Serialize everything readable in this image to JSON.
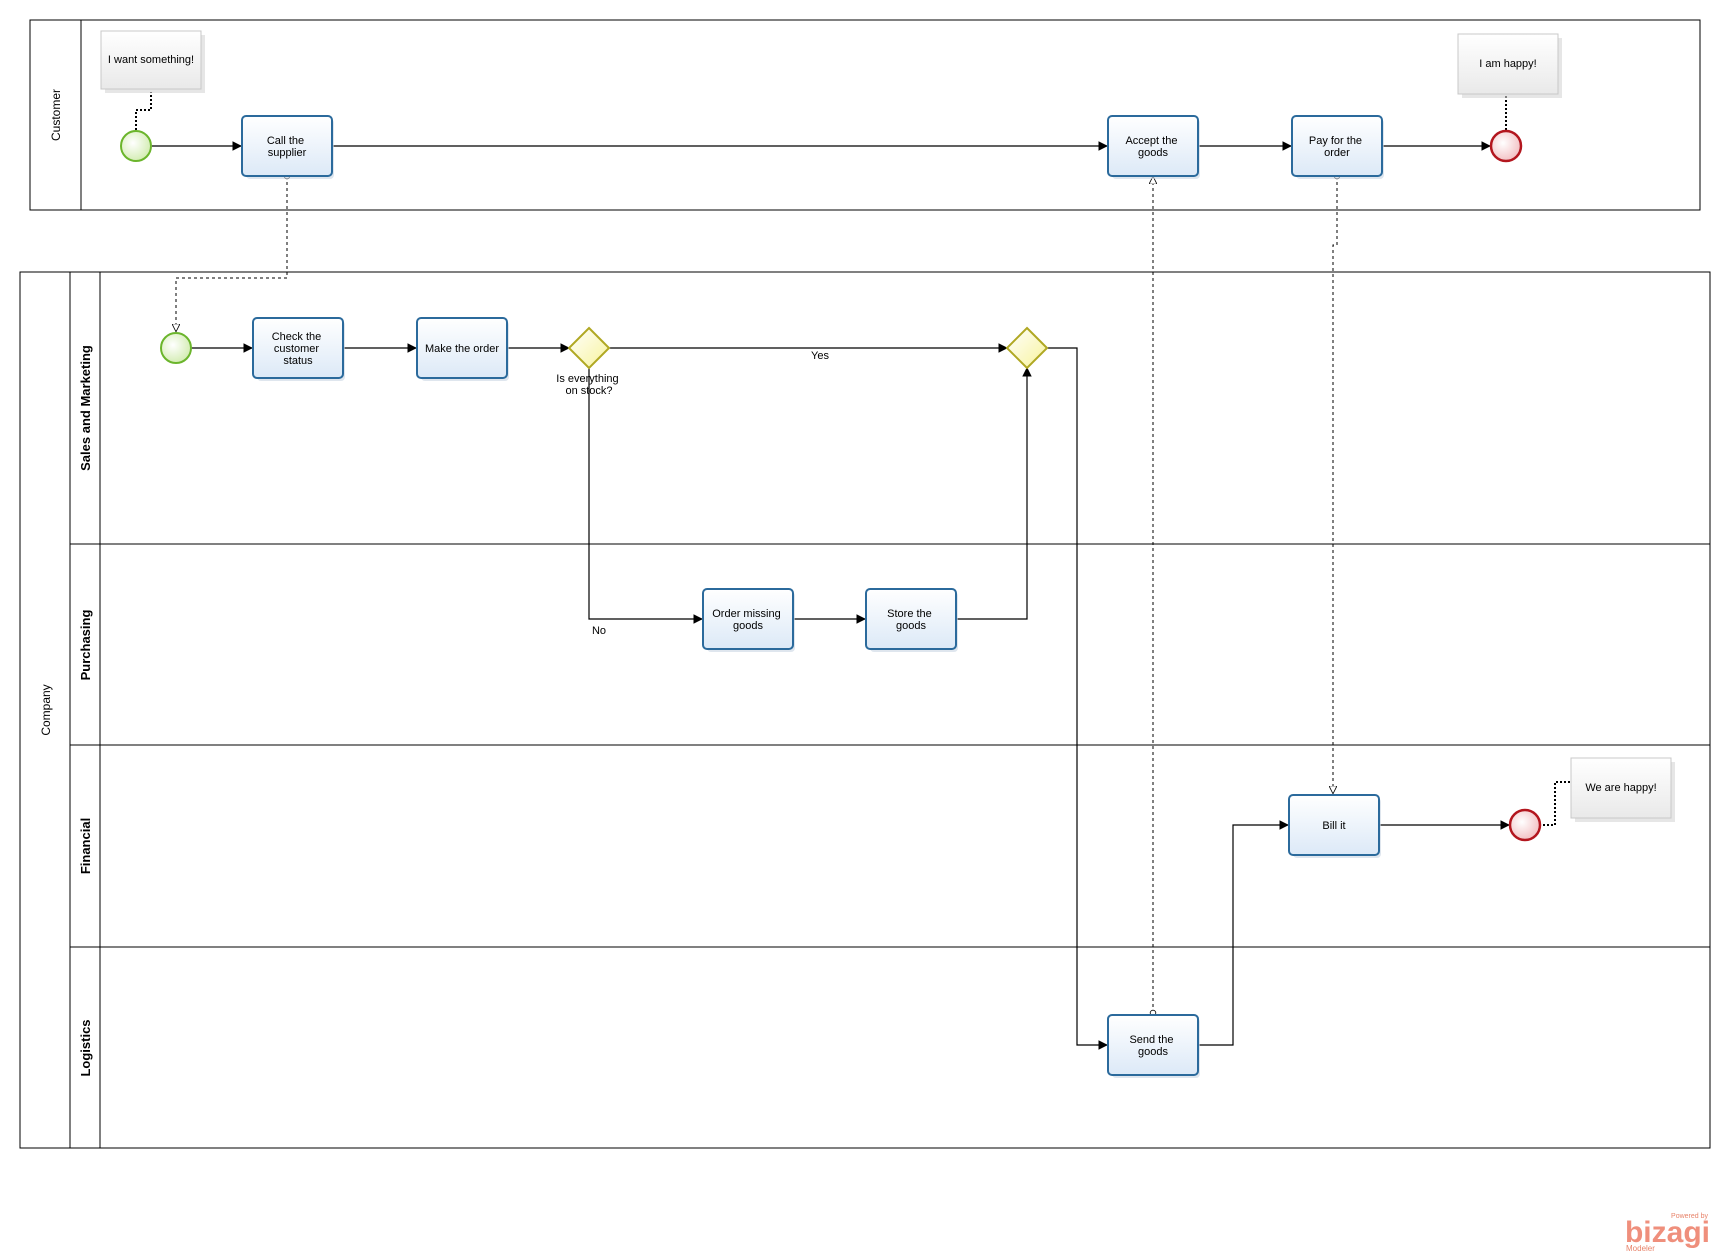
{
  "pools": {
    "customer": {
      "label": "Customer"
    },
    "company": {
      "label": "Company",
      "lanes": {
        "sales": "Sales and Marketing",
        "purchasing": "Purchasing",
        "financial": "Financial",
        "logistics": "Logistics"
      }
    }
  },
  "tasks": {
    "call_supplier": [
      "Call the",
      "supplier"
    ],
    "accept_goods": [
      "Accept the",
      "goods"
    ],
    "pay_order": [
      "Pay for the",
      "order"
    ],
    "check_status": [
      "Check the",
      "customer",
      "status"
    ],
    "make_order": [
      "Make the order"
    ],
    "order_missing": [
      "Order missing",
      "goods"
    ],
    "store_goods": [
      "Store the",
      "goods"
    ],
    "bill_it": [
      "Bill it"
    ],
    "send_goods": [
      "Send the",
      "goods"
    ]
  },
  "gateways": {
    "stock_question": [
      "Is everything",
      "on stock?"
    ]
  },
  "flow_labels": {
    "yes": "Yes",
    "no": "No"
  },
  "annotations": {
    "want": "I want something!",
    "happy": "I am happy!",
    "we_happy": "We are happy!"
  },
  "branding": {
    "powered": "Powered by",
    "name": "bizagi",
    "product": "Modeler"
  },
  "colors": {
    "task_fill": "#eaf2fb",
    "task_stroke": "#2b6a9c",
    "start_fill": "#e3f4cf",
    "start_stroke": "#6bb52c",
    "end_fill": "#f6d3d5",
    "end_stroke": "#b3161e",
    "gateway_fill": "#fdfbc8",
    "gateway_stroke": "#b0a823",
    "brand": "#ef8f7c"
  }
}
